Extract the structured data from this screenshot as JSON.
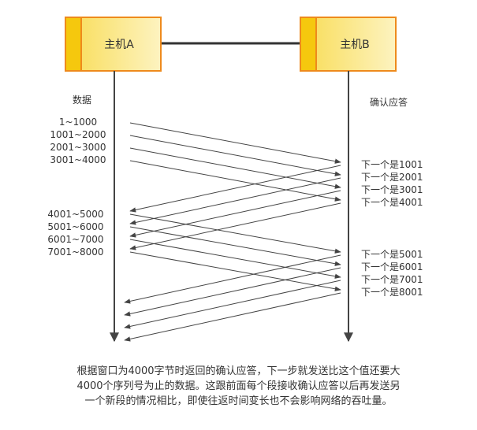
{
  "hosts": {
    "a": "主机A",
    "b": "主机B"
  },
  "labels": {
    "data": "数据",
    "ack": "确认应答"
  },
  "send_batches": [
    [
      "1~1000",
      "1001~2000",
      "2001~3000",
      "3001~4000"
    ],
    [
      "4001~5000",
      "5001~6000",
      "6001~7000",
      "7001~8000"
    ]
  ],
  "ack_batches": [
    [
      "下一个是1001",
      "下一个是2001",
      "下一个是3001",
      "下一个是4001"
    ],
    [
      "下一个是5001",
      "下一个是6001",
      "下一个是7001",
      "下一个是8001"
    ]
  ],
  "caption": [
    "根据窗口为4000字节时返回的确认应答，下一步就发送比这个值还要大",
    "4000个序列号为止的数据。这跟前面每个段接收确认应答以后再发送另",
    "一个新段的情况相比，即使往返时间变长也不会影响网络的吞吐量。"
  ],
  "colors": {
    "host_fill_light": "#fef3b0",
    "host_fill_mid": "#f8dc55",
    "host_stripe": "#f5c80e",
    "host_border": "#ee8a1c",
    "line": "#444444"
  }
}
